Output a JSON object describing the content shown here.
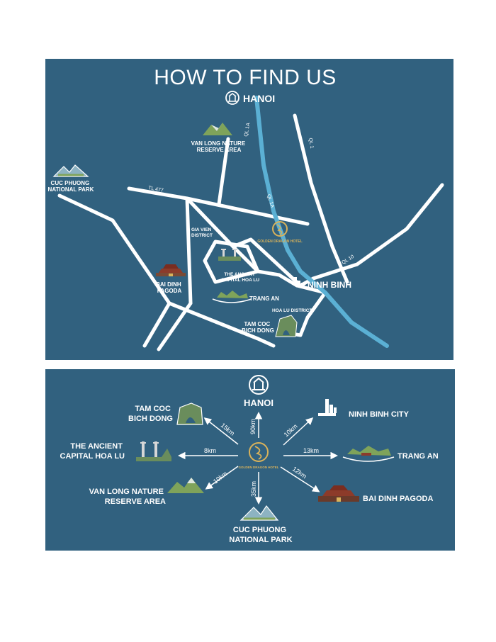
{
  "page": {
    "background": "#ffffff",
    "panel_color": "#31617f",
    "road_color": "#ffffff",
    "highway_color": "#5bb0d4",
    "gold": "#d9b25a"
  },
  "map": {
    "title": "HOW TO FIND US",
    "hanoi": "HANOI",
    "roads": {
      "ql1a_top": "QL 1A",
      "ql1a_mid": "QL 1A",
      "ql1": "QL 1",
      "tl477": "TL 477",
      "ql10": "QL 10"
    },
    "places": {
      "van_long": [
        "VAN LONG NATURE",
        "RESERVE AREA"
      ],
      "cuc_phuong": [
        "CUC PHUONG",
        "NATIONAL PARK"
      ],
      "gia_vien": [
        "GIA VIEN",
        "DISTRICT"
      ],
      "golden_dragon": "GOLDEN DRAGON HOTEL",
      "bai_dinh": [
        "BAI DINH",
        "PAGODA"
      ],
      "hoa_lu_capital": [
        "THE ANCIENT",
        "CAPITAL HOA LU"
      ],
      "ninh_binh": "NINH BINH",
      "trang_an": "TRANG AN",
      "hoa_lu_district": "HOA LU DISTRICT",
      "tam_coc": [
        "TAM COC",
        "BICH DONG"
      ]
    },
    "icons": [
      "hanoi-logo-icon",
      "mountain-icon",
      "hotel-logo-icon",
      "pagoda-icon",
      "temple-icon",
      "boat-icon",
      "city-icon",
      "cave-icon"
    ]
  },
  "distances": {
    "hotel_label": "GOLDEN DRAGON HOTEL",
    "destinations": [
      {
        "id": "hanoi",
        "lines": [
          "HANOI"
        ],
        "distance": "90km",
        "icon": "hanoi-logo-icon"
      },
      {
        "id": "ninh-binh-city",
        "lines": [
          "NINH BINH CITY"
        ],
        "distance": "10km",
        "icon": "city-icon"
      },
      {
        "id": "trang-an",
        "lines": [
          "TRANG AN"
        ],
        "distance": "13km",
        "icon": "boat-icon"
      },
      {
        "id": "bai-dinh",
        "lines": [
          "BAI DINH PAGODA"
        ],
        "distance": "12km",
        "icon": "pagoda-icon"
      },
      {
        "id": "cuc-phuong",
        "lines": [
          "CUC PHUONG",
          "NATIONAL PARK"
        ],
        "distance": "35km",
        "icon": "mountain-icon"
      },
      {
        "id": "van-long",
        "lines": [
          "VAN LONG NATURE",
          "RESERVE AREA"
        ],
        "distance": "10km",
        "icon": "mountain-icon"
      },
      {
        "id": "hoa-lu",
        "lines": [
          "THE ANCIENT",
          "CAPITAL HOA LU"
        ],
        "distance": "8km",
        "icon": "temple-icon"
      },
      {
        "id": "tam-coc",
        "lines": [
          "TAM COC",
          "BICH DONG"
        ],
        "distance": "15km",
        "icon": "cave-icon"
      }
    ]
  }
}
